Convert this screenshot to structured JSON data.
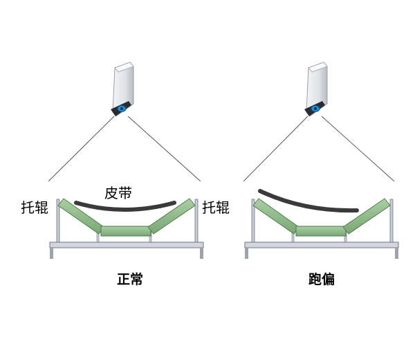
{
  "labels": {
    "idler_left": "托辊",
    "belt": "皮带",
    "idler_right": "托辊",
    "caption_normal": "正常",
    "caption_deviation": "跑偏"
  },
  "colors": {
    "roller_green": "#8fb98a",
    "roller_edge": "#4f7a4c",
    "belt": "#3a3a3a",
    "frame": "#c8ccd6",
    "frame_edge": "#6f7480",
    "camera_body": "#e9eaee",
    "camera_lens": "#1f8fd6",
    "sight_line": "#555555"
  },
  "icons": {
    "camera": "camera-icon"
  }
}
